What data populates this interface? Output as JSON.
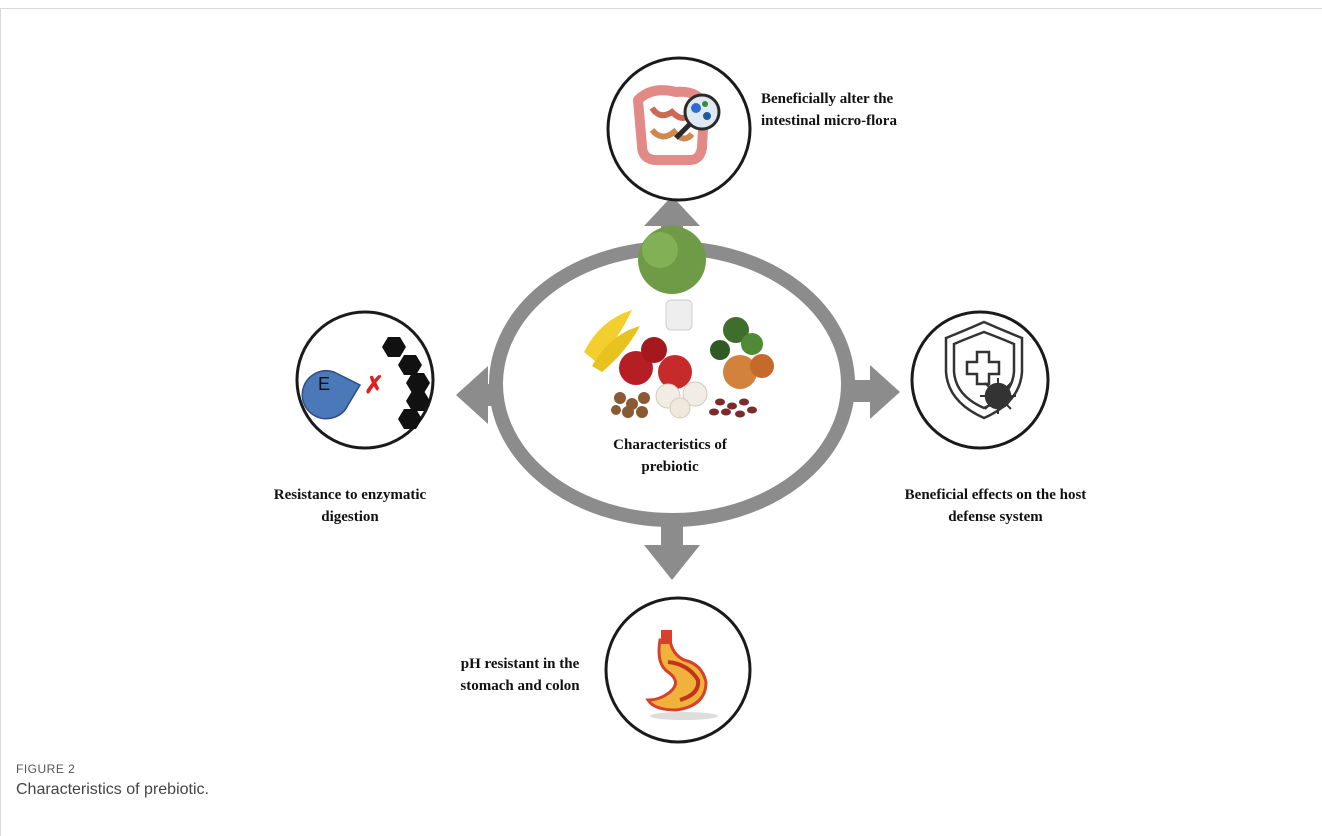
{
  "diagram": {
    "center": {
      "label": "Characteristics of prebiotic"
    },
    "nodes": [
      {
        "id": "top",
        "label": "Beneficially alter the intestinal micro-flora",
        "icon": "intestine-microscope-icon"
      },
      {
        "id": "right",
        "label": "Beneficial effects on the host defense system",
        "icon": "shield-virus-icon"
      },
      {
        "id": "bottom",
        "label": "pH resistant in the stomach and colon",
        "icon": "stomach-icon"
      },
      {
        "id": "left",
        "label": "Resistance to enzymatic digestion",
        "icon": "enzyme-blocked-icon",
        "enzyme_letter": "E"
      }
    ],
    "colors": {
      "ring": "#8c8c8c",
      "arrow": "#8c8c8c",
      "node_border": "#1a1a1a",
      "enzyme": "#4a78b8",
      "block_mark": "#e02020"
    }
  },
  "caption": {
    "number": "FIGURE 2",
    "text": "Characteristics of prebiotic."
  }
}
